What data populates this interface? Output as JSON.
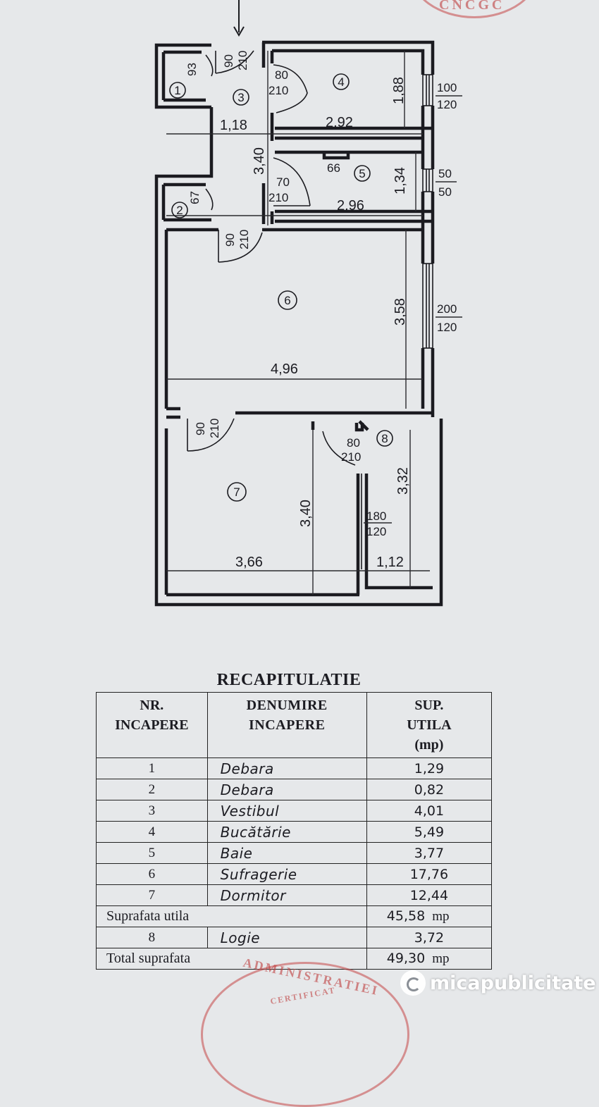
{
  "plan": {
    "rooms": [
      {
        "nr": "1"
      },
      {
        "nr": "2"
      },
      {
        "nr": "3"
      },
      {
        "nr": "4"
      },
      {
        "nr": "5"
      },
      {
        "nr": "6"
      },
      {
        "nr": "7"
      },
      {
        "nr": "8"
      }
    ],
    "dimensions": {
      "d118": "1,18",
      "d292": "2,92",
      "d188": "1,88",
      "d340v": "3,40",
      "d296": "2,96",
      "d134": "1,34",
      "d358": "3,58",
      "d496": "4,96",
      "d366": "3,66",
      "d340b": "3,40",
      "d332": "3,32",
      "d112": "1,12",
      "d93": "93",
      "d67": "67",
      "d66": "66"
    },
    "doors": {
      "door3_w": "90",
      "door3_h": "210",
      "door4_w": "80",
      "door4_h": "210",
      "door5_w": "70",
      "door5_h": "210",
      "door6_w": "90",
      "door6_h": "210",
      "door7_w": "90",
      "door7_h": "210",
      "door8_w": "80",
      "door8_h": "210"
    },
    "windows": {
      "w4_w": "100",
      "w4_h": "120",
      "w5_w": "50",
      "w5_h": "50",
      "w6_w": "200",
      "w6_h": "120",
      "w8_w": "180",
      "w8_h": "120"
    }
  },
  "recap": {
    "title": "RECAPITULATIE",
    "headers": {
      "nr_line1": "NR.",
      "nr_line2": "INCAPERE",
      "name_line1": "DENUMIRE",
      "name_line2": "INCAPERE",
      "area_line1": "SUP.",
      "area_line2": "UTILA",
      "area_line3": "(mp)"
    },
    "rows": [
      {
        "nr": "1",
        "name": "Debara",
        "area": "1,29"
      },
      {
        "nr": "2",
        "name": "Debara",
        "area": "0,82"
      },
      {
        "nr": "3",
        "name": "Vestibul",
        "area": "4,01"
      },
      {
        "nr": "4",
        "name": "Bucătărie",
        "area": "5,49"
      },
      {
        "nr": "5",
        "name": "Baie",
        "area": "3,77"
      },
      {
        "nr": "6",
        "name": "Sufragerie",
        "area": "17,76"
      },
      {
        "nr": "7",
        "name": "Dormitor",
        "area": "12,44"
      }
    ],
    "useful_label": "Suprafata utila",
    "useful_value": "45,58",
    "useful_unit": "mp",
    "logie": {
      "nr": "8",
      "name": "Logie",
      "area": "3,72"
    },
    "total_label": "Total suprafata",
    "total_value": "49,30",
    "total_unit": "mp"
  },
  "stamps": {
    "top_text": "CNCGC",
    "bottom_text1": "ADMINISTRATIEI",
    "bottom_text2": "CERTIFICAT"
  },
  "watermark": {
    "text": "micapublicitate",
    "icon": "logo-icon"
  }
}
